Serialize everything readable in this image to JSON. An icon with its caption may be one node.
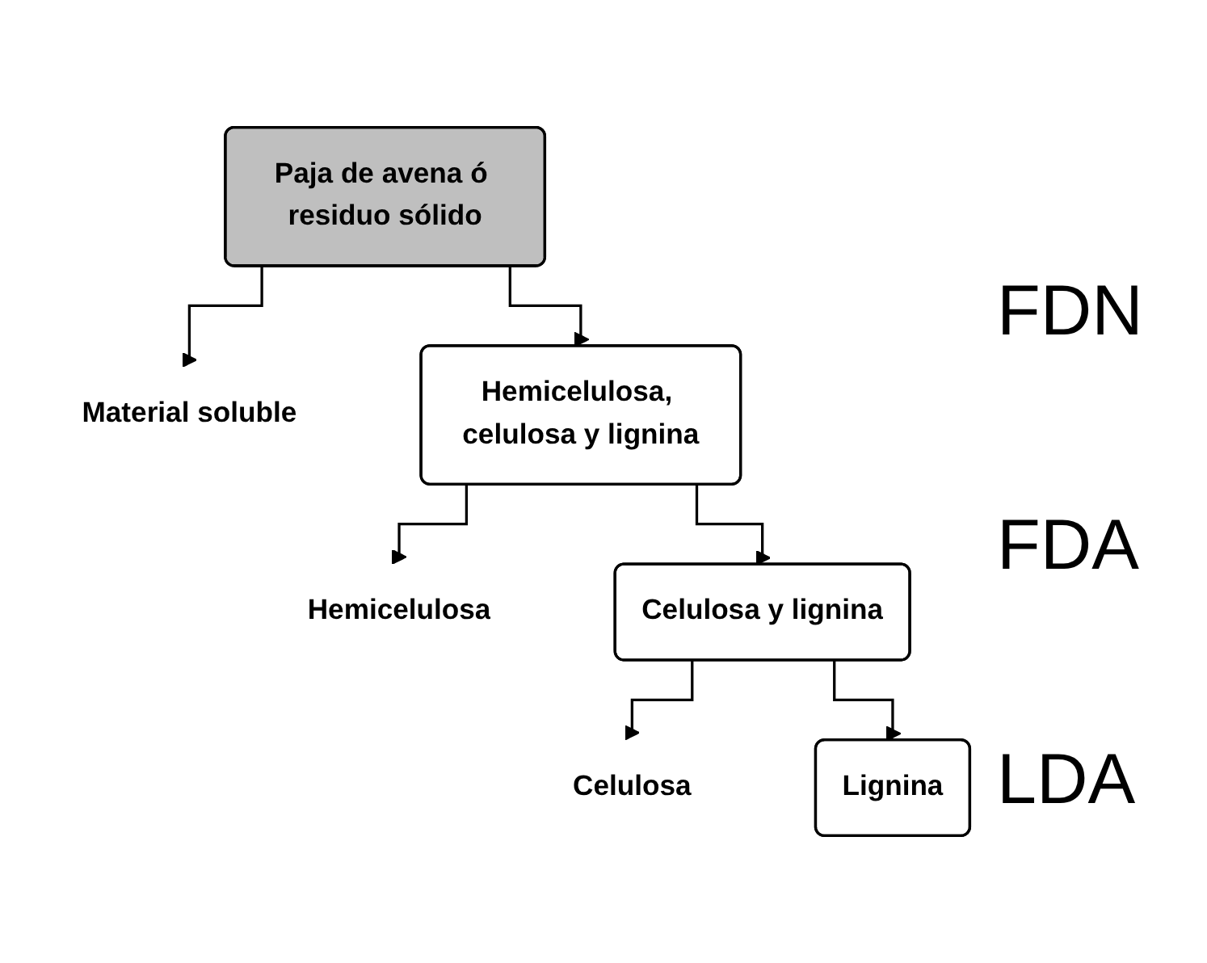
{
  "diagram": {
    "nodes": [
      {
        "text": [
          "Paja de avena ó residuo sólido"
        ]
      },
      {
        "text": [
          "Material soluble"
        ]
      },
      {
        "text": [
          "Hemicelulosa, celulosa y lignina"
        ]
      },
      {
        "text": [
          "Hemicelulosa"
        ]
      },
      {
        "text": [
          "Celulosa y lignina"
        ]
      },
      {
        "text": [
          "Celulosa"
        ]
      },
      {
        "text": [
          "Lignina"
        ]
      }
    ],
    "edges": [
      {
        "from": 0,
        "to": 1,
        "arrow": "to"
      },
      {
        "from": 0,
        "to": 2,
        "arrow": "to"
      },
      {
        "from": 2,
        "to": 3,
        "arrow": "to"
      },
      {
        "from": 2,
        "to": 4,
        "arrow": "to"
      },
      {
        "from": 4,
        "to": 5,
        "arrow": "to"
      },
      {
        "from": 4,
        "to": 6,
        "arrow": "to"
      }
    ],
    "labels": [
      "FDN",
      "FDA",
      "LDA"
    ]
  }
}
